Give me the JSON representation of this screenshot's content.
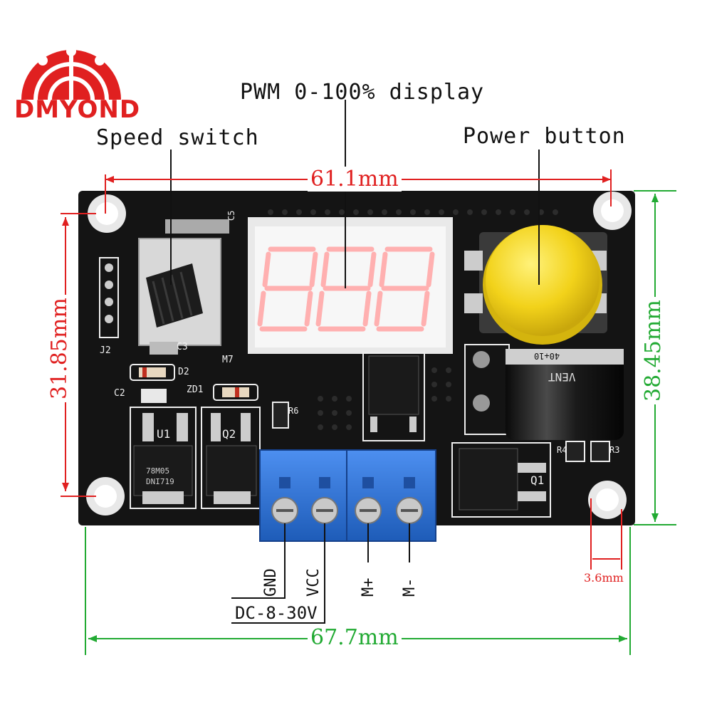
{
  "brand": {
    "name": "DMYOND"
  },
  "callouts": {
    "pwm_display": "PWM 0-100% display",
    "speed_switch": "Speed switch",
    "power_button": "Power button"
  },
  "dimensions": {
    "top_width": "61.1mm",
    "left_height": "31.85mm",
    "right_height": "38.45mm",
    "bottom_width": "67.7mm",
    "hole": "3.6mm"
  },
  "terminals": {
    "gnd": "GND",
    "vcc": "VCC",
    "m_plus": "M+",
    "m_minus": "M-",
    "supply": "DC-8-30V"
  },
  "display_value": "888",
  "silkscreen": {
    "c5": "C5",
    "c2": "C2",
    "c3": "C3",
    "d2": "D2",
    "zd1": "ZD1",
    "j2": "J2",
    "r6": "R6",
    "r4": "R4",
    "r3": "R3",
    "u1": "U1",
    "q2": "Q2",
    "q1": "Q1",
    "m7": "M7",
    "u1_chip": "78M05",
    "u1_code": "DNI719",
    "cap_text": "VENT",
    "cap_rating": "40+10"
  },
  "colors": {
    "brand_red": "#e02020",
    "dim_red": "#e02020",
    "dim_green": "#22aa33",
    "pcb": "#141414",
    "terminal_blue": "#2a6fd0",
    "button_yellow": "#f2d21a",
    "segment_red": "#ff5a5a"
  }
}
